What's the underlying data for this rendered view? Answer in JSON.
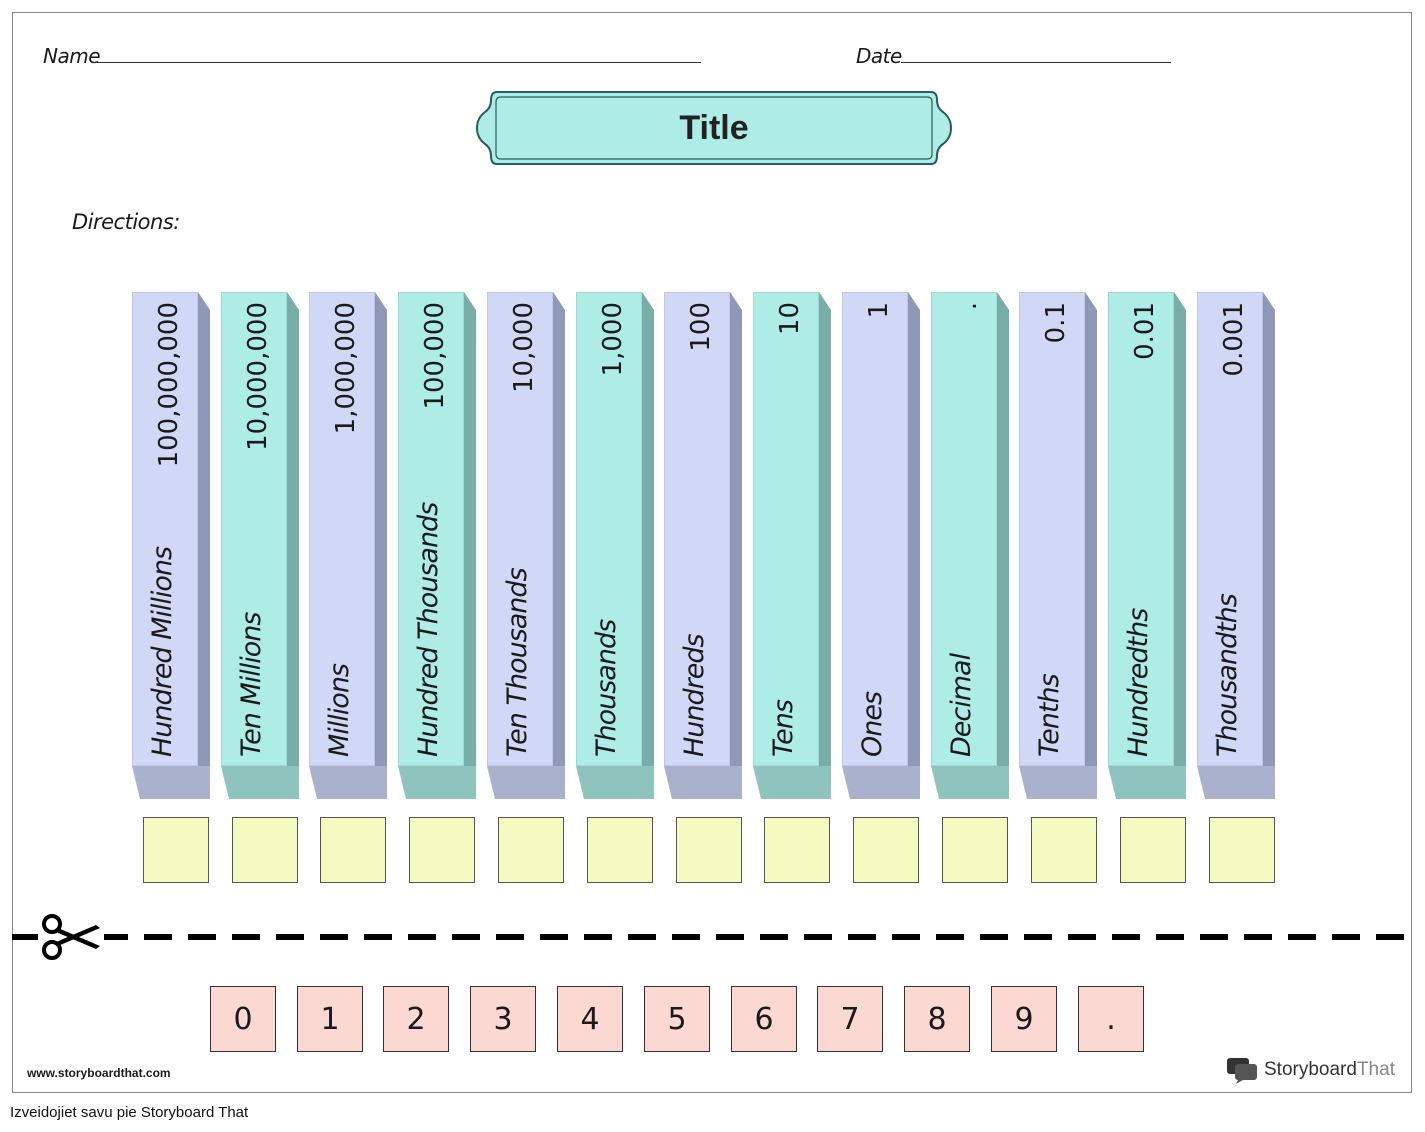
{
  "header": {
    "name_label": "Name",
    "date_label": "Date"
  },
  "title": "Title",
  "directions_label": "Directions:",
  "place_values": [
    {
      "label": "Hundred Millions",
      "value": "100,000,000",
      "color": "#d0d8f5"
    },
    {
      "label": "Ten Millions",
      "value": "10,000,000",
      "color": "#aeece6"
    },
    {
      "label": "Millions",
      "value": "1,000,000",
      "color": "#d0d8f5"
    },
    {
      "label": "Hundred Thousands",
      "value": "100,000",
      "color": "#aeece6"
    },
    {
      "label": "Ten Thousands",
      "value": "10,000",
      "color": "#d0d8f5"
    },
    {
      "label": "Thousands",
      "value": "1,000",
      "color": "#aeece6"
    },
    {
      "label": "Hundreds",
      "value": "100",
      "color": "#d0d8f5"
    },
    {
      "label": "Tens",
      "value": "10",
      "color": "#aeece6"
    },
    {
      "label": "Ones",
      "value": "1",
      "color": "#d0d8f5"
    },
    {
      "label": "Decimal",
      "value": ".",
      "color": "#aeece6"
    },
    {
      "label": "Tenths",
      "value": "0.1",
      "color": "#d0d8f5"
    },
    {
      "label": "Hundredths",
      "value": "0.01",
      "color": "#aeece6"
    },
    {
      "label": "Thousandths",
      "value": "0.001",
      "color": "#d0d8f5"
    }
  ],
  "digit_cards": [
    "0",
    "1",
    "2",
    "3",
    "4",
    "5",
    "6",
    "7",
    "8",
    "9",
    "."
  ],
  "colors": {
    "answer_box": "#f4fbc1",
    "digit_card": "#fbd8d2",
    "title_banner": "#aeece6"
  },
  "scissors_icon": "scissors-icon",
  "website": "www.storyboardthat.com",
  "brand": {
    "part1": "Storyboard",
    "part2": "That"
  },
  "footer_text": "Izveidojiet savu pie Storyboard That"
}
